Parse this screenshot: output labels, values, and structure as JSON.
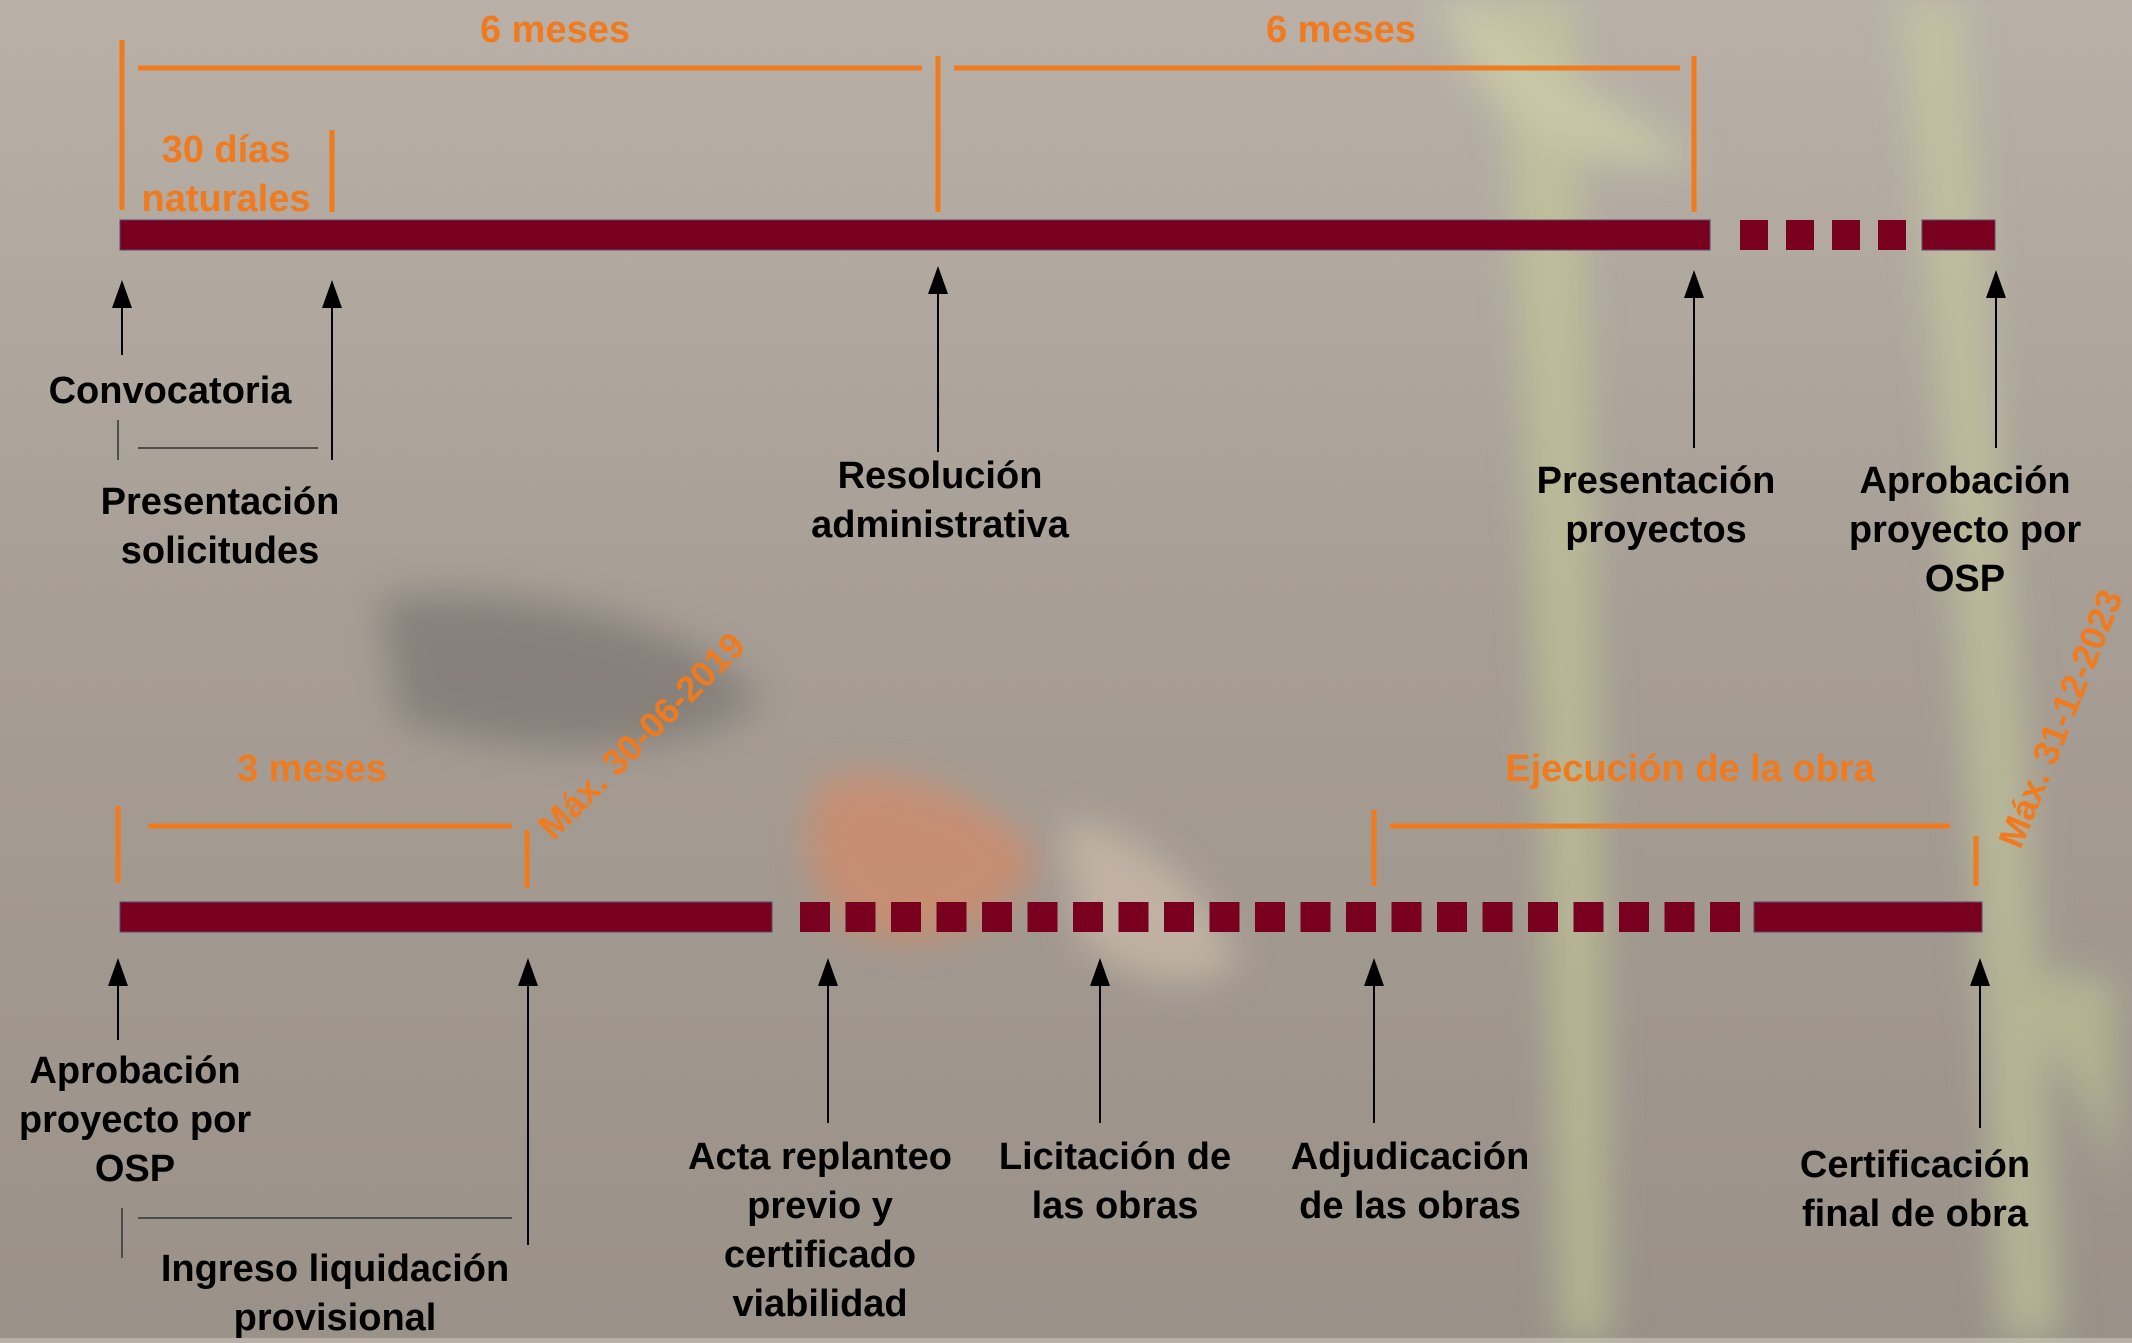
{
  "colors": {
    "bar": "#7a0020",
    "accent": "#f07a1e",
    "arrow": "#000000"
  },
  "timeline1": {
    "spans": {
      "first": "6 meses",
      "second": "6 meses",
      "short": "30 días\nnaturales"
    },
    "milestones": {
      "convocatoria": "Convocatoria",
      "presentacion_solicitudes": "Presentación\nsolicitudes",
      "resolucion": "Resolución\nadministrativa",
      "presentacion_proyectos": "Presentación\nproyectos",
      "aprobacion": "Aprobación\nproyecto por\nOSP"
    }
  },
  "timeline2": {
    "spans": {
      "first": "3 meses",
      "ejecucion": "Ejecución de la obra"
    },
    "deadlines": {
      "first": "Máx. 30-06-2019",
      "final": "Máx. 31-12-2023"
    },
    "milestones": {
      "aprobacion": "Aprobación\nproyecto por\nOSP",
      "ingreso": "Ingreso liquidación\nprovisional",
      "acta": "Acta replanteo\nprevio y\ncertificado\nviabilidad",
      "licitacion": "Licitación de\nlas obras",
      "adjudicacion": "Adjudicación\nde las obras",
      "certificacion": "Certificación\nfinal de obra"
    }
  }
}
